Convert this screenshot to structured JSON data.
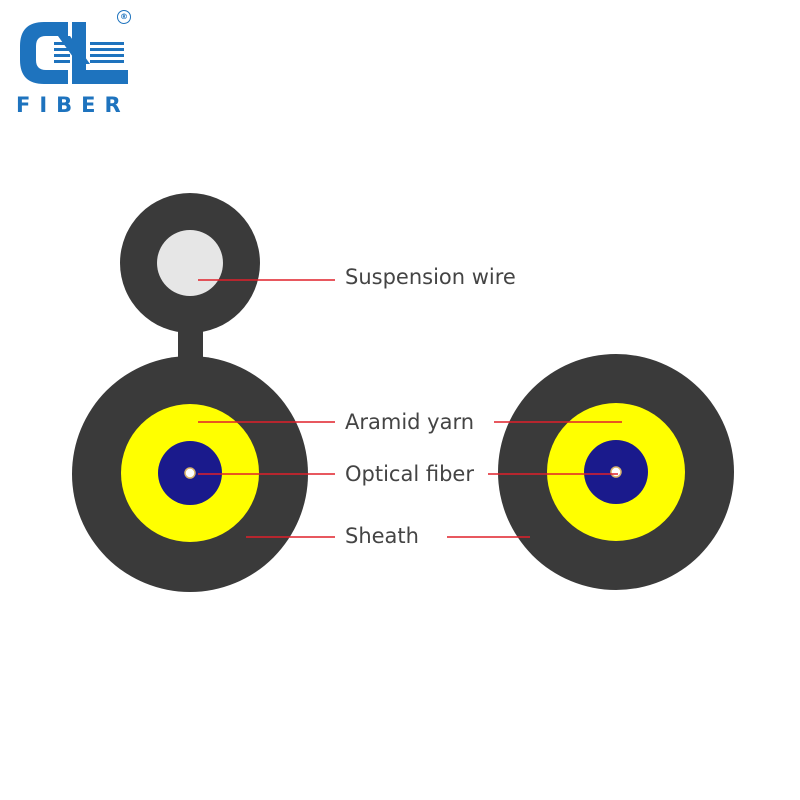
{
  "brand": {
    "name": "FIBER",
    "registered_mark": "®",
    "color": "#1e73be"
  },
  "labels": {
    "suspension_wire": "Suspension wire",
    "aramid_yarn": "Aramid yarn",
    "optical_fiber": "Optical fiber",
    "sheath": "Sheath"
  },
  "colors": {
    "sheath": "#3a3a3a",
    "aramid_yarn": "#ffff00",
    "buffer": "#1a1a8c",
    "fiber_core": "#ffffff",
    "suspension_wire": "#e6e6e6",
    "leader_line": "#e0202a",
    "text": "#444444"
  }
}
